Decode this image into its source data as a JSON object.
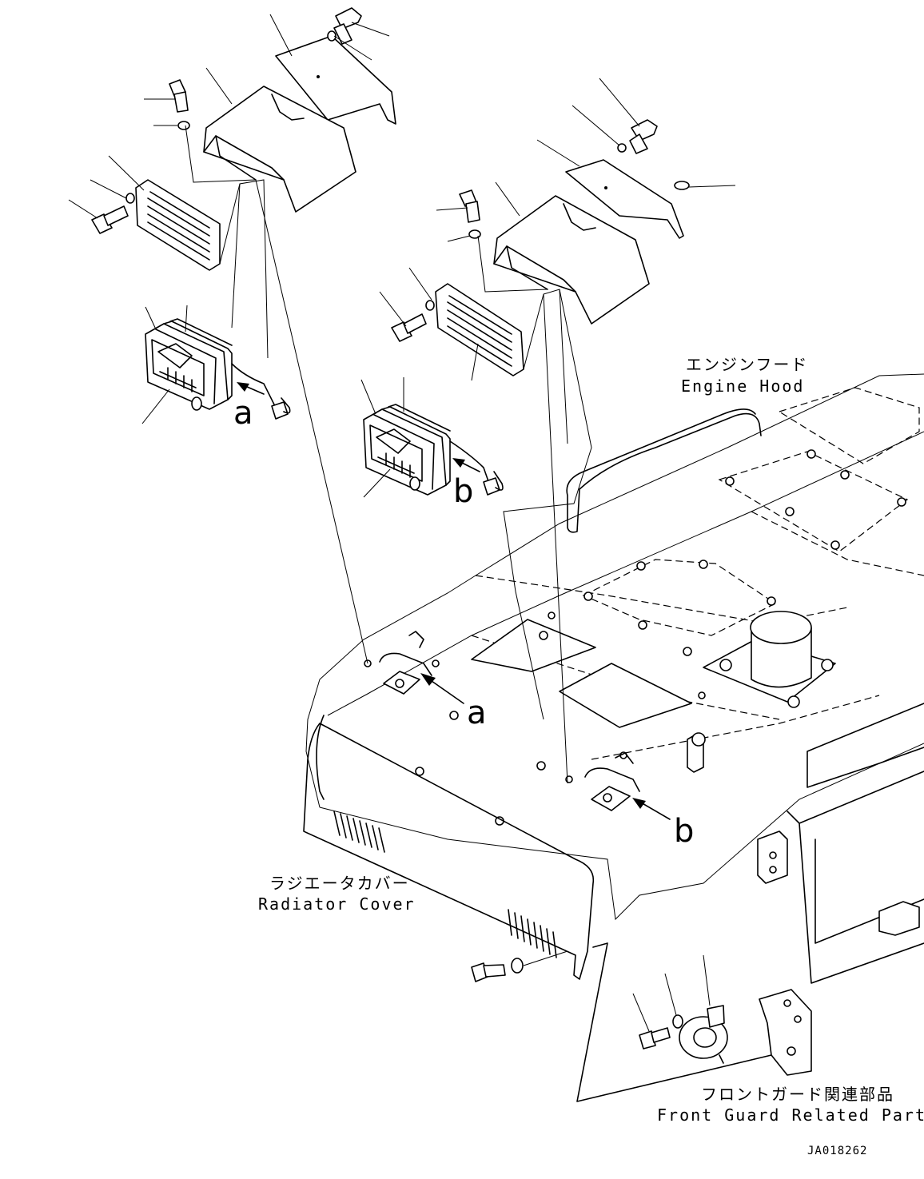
{
  "labels": {
    "engine_hood_jp": "エンジンフード",
    "engine_hood_en": "Engine Hood",
    "radiator_cover_jp": "ラジエータカバー",
    "radiator_cover_en": "Radiator Cover",
    "front_guard_jp": "フロントガード関連部品",
    "front_guard_en": "Front Guard Related Parts"
  },
  "callouts": {
    "a_lamp": "a",
    "b_lamp": "b",
    "a_body": "a",
    "b_body": "b"
  },
  "drawing_code": "JA018262"
}
